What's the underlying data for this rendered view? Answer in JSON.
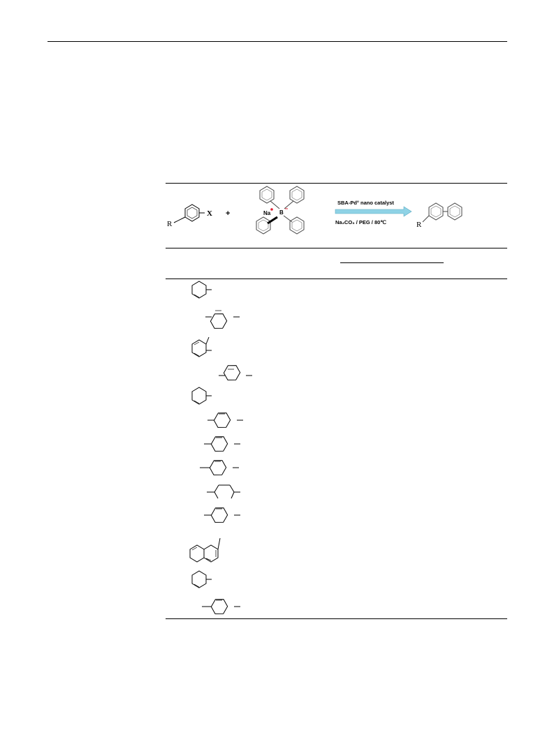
{
  "scheme": {
    "reactant_substituent": "R",
    "reactant_leaving_group": "X",
    "plus": "+",
    "cation": "Na",
    "boron": "B",
    "arrow_top": "SBA-Pd° nano catalyst",
    "arrow_bottom": "Na₂CO₃ / PEG / 80℃",
    "product_substituent": "R"
  },
  "colors": {
    "arrow_fill": "#8fd3e6",
    "arrow_stroke": "#5aa9c0",
    "charge": "#d23"
  },
  "rows": [
    {
      "icon": "phenyl-icon"
    },
    {
      "icon": "p-phenylene-icon"
    },
    {
      "icon": "o-tolyl-icon"
    },
    {
      "icon": "p-phenylene-icon"
    },
    {
      "icon": "phenyl-icon"
    },
    {
      "icon": "p-phenylene-icon"
    },
    {
      "icon": "p-phenylene-icon"
    },
    {
      "icon": "p-phenylene-icon"
    },
    {
      "icon": "p-phenylene-icon"
    },
    {
      "icon": "p-phenylene-icon"
    },
    {
      "icon": "naphthyl-icon"
    },
    {
      "icon": "phenyl-icon"
    },
    {
      "icon": "p-phenylene-icon"
    }
  ]
}
